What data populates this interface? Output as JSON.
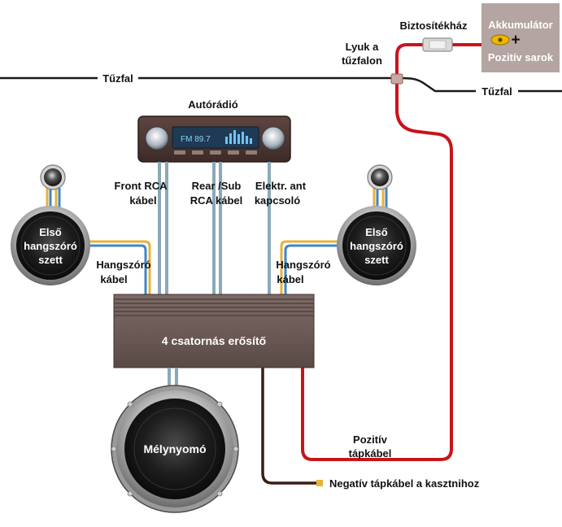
{
  "labels": {
    "fuse_holder": "Biztosítékház",
    "battery_title": "Akkumulátor",
    "battery_plus": "+",
    "battery_positive": "Pozitív sarok",
    "firewall_hole_1": "Lyuk a",
    "firewall_hole_2": "tűzfalon",
    "firewall_left": "Tűzfal",
    "firewall_right": "Tűzfal",
    "radio_title": "Autórádió",
    "radio_display": "FM 89.7",
    "front_rca_1": "Front RCA",
    "front_rca_2": "kábel",
    "rear_rca_1": "Rear /Sub",
    "rear_rca_2": "RCA kábel",
    "antenna_1": "Elektr. ant",
    "antenna_2": "kapcsoló",
    "speaker_left_1": "Első",
    "speaker_left_2": "hangszóró",
    "speaker_left_3": "szett",
    "speaker_right_1": "Első",
    "speaker_right_2": "hangszóró",
    "speaker_right_3": "szett",
    "speaker_cable_left_1": "Hangszóró",
    "speaker_cable_left_2": "kábel",
    "speaker_cable_right_1": "Hangszóró",
    "speaker_cable_right_2": "kábel",
    "amplifier": "4 csatornás erősítő",
    "subwoofer": "Mélynyomó",
    "positive_cable_1": "Pozitív",
    "positive_cable_2": "tápkábel",
    "negative_cable": "Negatív tápkábel a kasztnihoz"
  },
  "colors": {
    "power_positive": "#c8141b",
    "ground": "#3a1d14",
    "amplifier_body": "#6b5a56",
    "battery_box": "#b4a5a2",
    "speaker_wire_yellow": "#e8b238",
    "speaker_wire_blue": "#3f86c8",
    "signal_wire": "#8aa9b8"
  }
}
